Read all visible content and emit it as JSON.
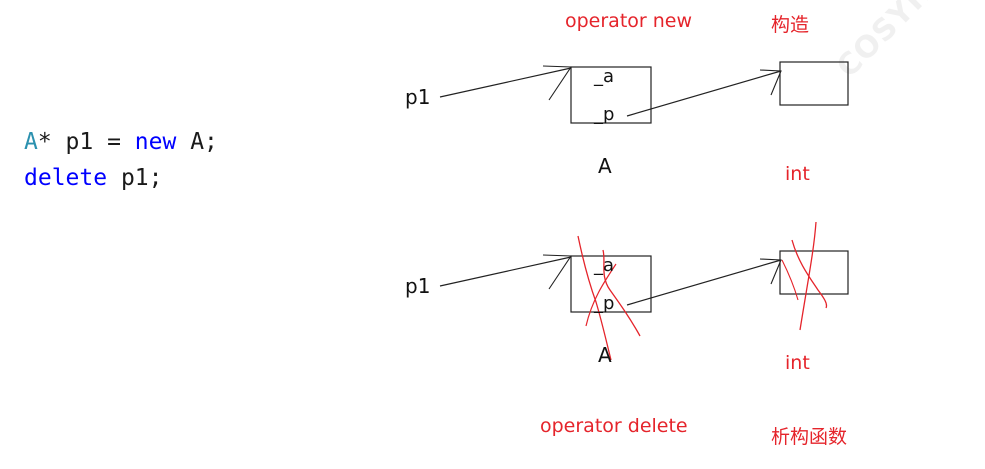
{
  "code": {
    "line1": {
      "type": "A",
      "rest_a": "* p1 = ",
      "kw": "new",
      "rest_b": " A;"
    },
    "line2": {
      "kw": "delete",
      "rest": " p1;"
    }
  },
  "top_diagram": {
    "pointer_label": "p1",
    "object_class_label": "A",
    "member_a": "a",
    "member_p": "p",
    "heap_type_label": "int",
    "operator_label": "operator new",
    "constructor_label": "构造"
  },
  "bottom_diagram": {
    "pointer_label": "p1",
    "object_class_label": "A",
    "member_a": "a",
    "member_p": "p",
    "heap_type_label": "int",
    "operator_label": "operator delete",
    "destructor_label": "析构函数"
  },
  "watermark": "COSYRUN",
  "colors": {
    "annotation_red": "#e5242b",
    "keyword_blue": "#0000ff",
    "type_teal": "#2b91af"
  }
}
